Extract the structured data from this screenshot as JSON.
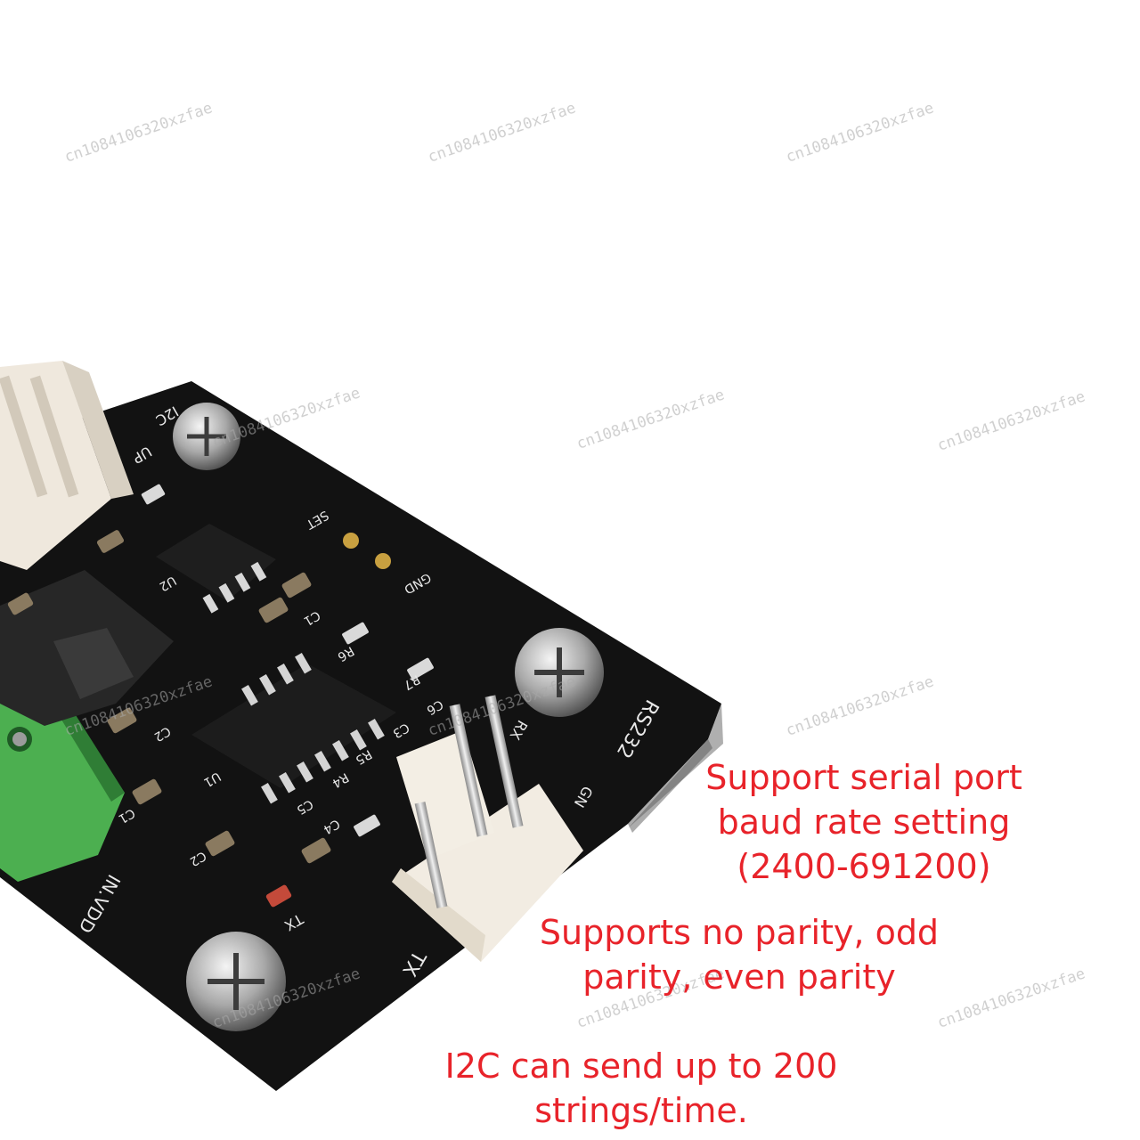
{
  "captions": {
    "baud": [
      "Support serial port",
      "baud rate setting",
      "(2400-691200)"
    ],
    "parity": [
      "Supports no parity, odd",
      "parity, even parity"
    ],
    "i2c": [
      "I2C can send up to 200",
      "strings/time."
    ]
  },
  "watermark": "cn1084106320xzfae",
  "board": {
    "silkscreen": {
      "i2c": "I2C",
      "rs232": "RS232",
      "set": "SET",
      "gnd": "GND",
      "gn": "GN",
      "tx": "TX",
      "rx": "RX",
      "in_vdd": "IN.VDD",
      "u1": "U1",
      "u2": "U2",
      "up": "UP",
      "c1": "C1",
      "c2": "C2",
      "c3": "C3",
      "c4": "C4",
      "c5": "C5",
      "c6": "C6",
      "r4": "R4",
      "r5": "R5",
      "r6": "R6",
      "r7": "R7"
    }
  },
  "colors": {
    "caption": "#e8232a",
    "pcb": "#121212",
    "terminal_block": "#4caf50",
    "connector": "#f2ece2",
    "screw": "#9a9a9a"
  }
}
